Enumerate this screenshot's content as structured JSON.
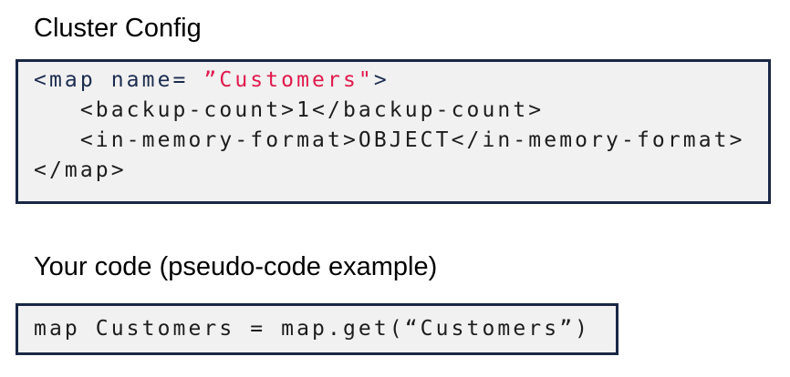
{
  "colors": {
    "navy": "#1b2c4f",
    "red": "#e01a4c",
    "border": "#1a2745",
    "code-bg": "#f1f1f1",
    "code-text": "#1d1d1d",
    "heading-text": "#000000",
    "page-bg": "#ffffff"
  },
  "section1": {
    "heading": "Cluster Config",
    "code": {
      "line1": {
        "tag_open": "<map name= ",
        "attr_value": "”Customers\"",
        "tag_close": ">"
      },
      "line2": "   <backup-count>1</backup-count>",
      "line3": "   <in-memory-format>OBJECT</in-memory-format>",
      "line4": "</map>"
    }
  },
  "section2": {
    "heading": "Your code (pseudo-code example)",
    "code_line": "map Customers = map.get(“Customers”)"
  }
}
